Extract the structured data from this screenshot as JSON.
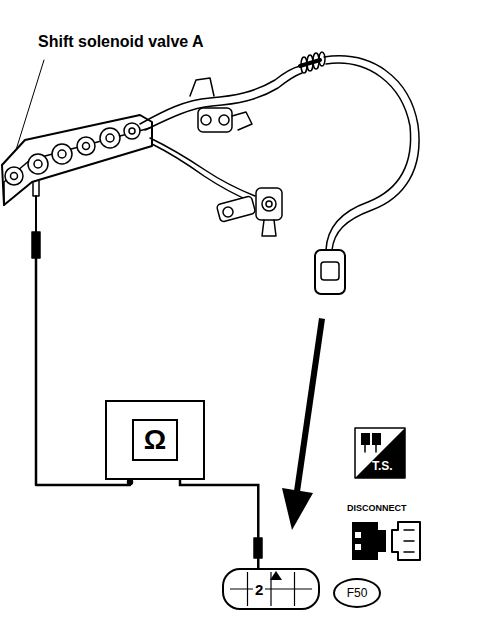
{
  "diagram": {
    "nodes": [
      {
        "text": [
          "Ω"
        ]
      },
      {
        "text": [
          "2"
        ]
      },
      {
        "text": [
          "F50"
        ]
      }
    ],
    "edges": [
      {
        "from": 0,
        "to": 1,
        "arrow": "none"
      }
    ],
    "labels": [
      "Shift solenoid valve A",
      "T.S.",
      "DISCONNECT"
    ]
  }
}
